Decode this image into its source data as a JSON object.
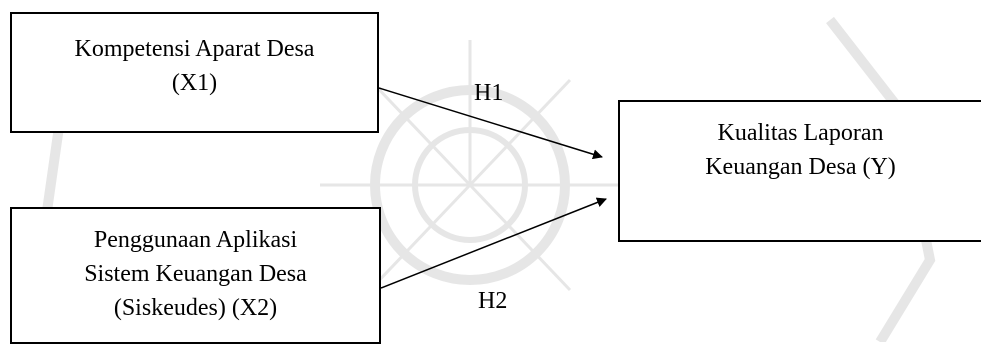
{
  "diagram": {
    "independent_1": {
      "line1": "Kompetensi Aparat Desa",
      "line2": "(X1)"
    },
    "independent_2": {
      "line1": "Penggunaan Aplikasi",
      "line2": "Sistem Keuangan Desa",
      "line3": "(Siskeudes) (X2)"
    },
    "dependent": {
      "line1": "Kualitas Laporan",
      "line2": "Keuangan Desa (Y)"
    },
    "hypotheses": {
      "h1": "H1",
      "h2": "H2"
    }
  },
  "colors": {
    "line": "#000000",
    "watermark": "#e6e6e6"
  }
}
